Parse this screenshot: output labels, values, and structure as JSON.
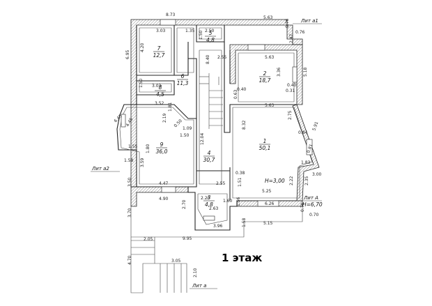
{
  "title": "1 этаж",
  "height_labels": [
    "H=3,00",
    "H=6,70"
  ],
  "lit_labels": [
    "Лит а1",
    "Лит а2",
    "Лит А",
    "Лит а"
  ],
  "rooms": [
    {
      "num": "7",
      "area": "12,7"
    },
    {
      "num": "5",
      "area": "4,8"
    },
    {
      "num": "6",
      "area": "11,3"
    },
    {
      "num": "8",
      "area": "4,5"
    },
    {
      "num": "2",
      "area": "18,7"
    },
    {
      "num": "9",
      "area": "36,0"
    },
    {
      "num": "4",
      "area": "30,7"
    },
    {
      "num": "1",
      "area": "50,1"
    },
    {
      "num": "3",
      "area": "4,8"
    }
  ],
  "dims": [
    "8.73",
    "5.63",
    "3.03",
    "1.35",
    "2.50",
    "1.50",
    "0.76",
    "0.76",
    "2.47",
    "4.20",
    "6.95",
    "2.55",
    "8.40",
    "5.63",
    "3.36",
    "5.18",
    "1.50",
    "3.03",
    "0.40",
    "0.40",
    "0.63",
    "0.31",
    "3.52",
    "1.81",
    "5.63",
    "2.19",
    "0.50",
    "1.09",
    "1.50",
    "2.75",
    "0.84",
    "6.45",
    "4.45",
    "8.32",
    "0.81",
    "5.91",
    "1.55",
    "1.80",
    "12.04",
    "1.58",
    "3.59",
    "1.83",
    "3.00",
    "0.38",
    "2.22",
    "2.35",
    "3.50",
    "4.47",
    "2.55",
    "1.51",
    "5.25",
    "4.90",
    "2.70",
    "2.20",
    "1.60",
    "1.56",
    "6.26",
    "0.70",
    "2.63",
    "3.70",
    "3.96",
    "5.15",
    "1.58",
    "0.70",
    "2.05",
    "9.95",
    "4.70",
    "3.05",
    "2.10"
  ]
}
